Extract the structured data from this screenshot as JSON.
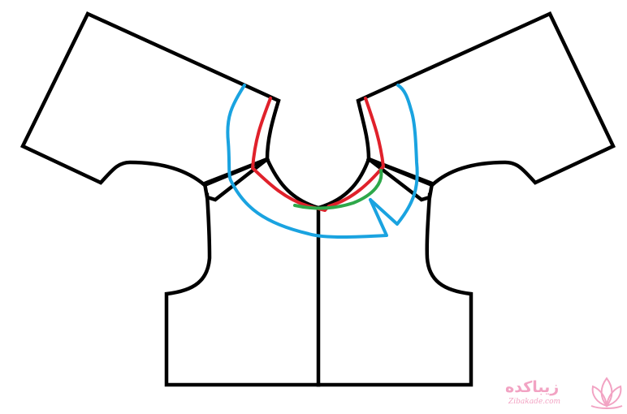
{
  "diagram": {
    "description": "Sewing pattern: blouse bodice front with two sleeves and neckline facing lines",
    "colors": {
      "outline": "#000000",
      "neckline_red": "#e0212b",
      "facing_blue": "#1aa3e0",
      "collar_green": "#2ea84a"
    },
    "parts": [
      {
        "name": "left-sleeve",
        "color": "outline"
      },
      {
        "name": "right-sleeve",
        "color": "outline"
      },
      {
        "name": "bodice-left-front",
        "color": "outline"
      },
      {
        "name": "bodice-right-front",
        "color": "outline"
      },
      {
        "name": "center-front-line",
        "color": "outline"
      },
      {
        "name": "neckline-red",
        "color": "neckline_red"
      },
      {
        "name": "facing-blue",
        "color": "facing_blue"
      },
      {
        "name": "collar-green",
        "color": "collar_green"
      }
    ]
  },
  "watermark": {
    "title": "زیباکده",
    "subtitle": "Zibakade.com",
    "color": "#f2a3c3"
  }
}
